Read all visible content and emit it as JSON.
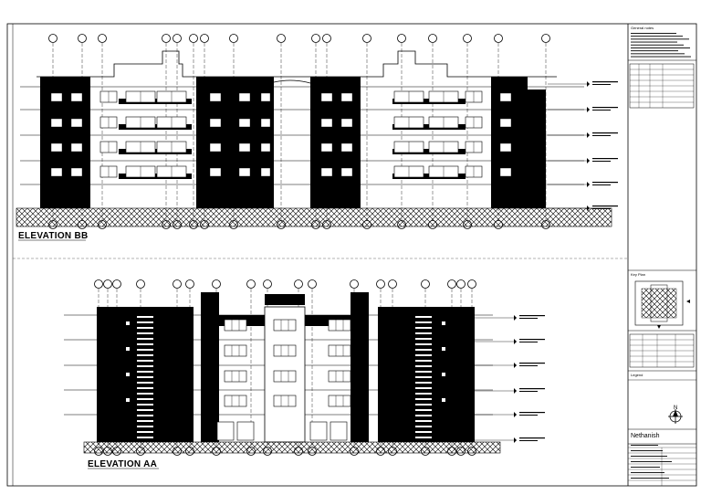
{
  "drawing": {
    "views": [
      {
        "id": "elevation-bb",
        "title": "ELEVATION BB"
      },
      {
        "id": "elevation-aa",
        "title": "ELEVATION AA"
      }
    ]
  },
  "title_block": {
    "general_notes_heading": "General notes",
    "key_plan_label": "Key Plan",
    "legend_label": "Legend",
    "north_label": "N",
    "project_name": "Nethanish"
  },
  "colors": {
    "ink": "#000000",
    "paper": "#ffffff",
    "ground_hatch": "#000000"
  }
}
